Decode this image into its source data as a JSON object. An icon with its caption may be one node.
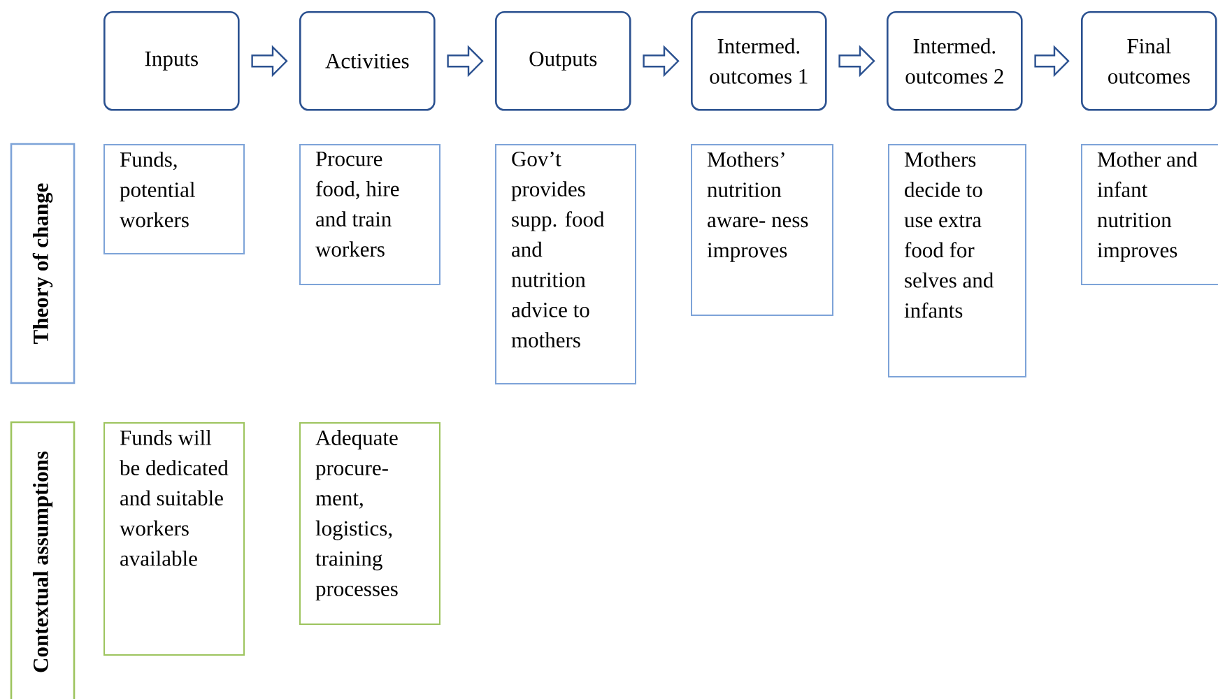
{
  "diagram": {
    "nodes": [
      {
        "text": [
          "Inputs"
        ]
      },
      {
        "text": [
          "Activities"
        ]
      },
      {
        "text": [
          "Outputs"
        ]
      },
      {
        "text": [
          "Intermed. outcomes 1"
        ]
      },
      {
        "text": [
          "Intermed. outcomes 2"
        ]
      },
      {
        "text": [
          "Final outcomes"
        ]
      },
      {
        "text": [
          "Theory of change"
        ]
      },
      {
        "text": [
          "Funds, potential workers"
        ]
      },
      {
        "text": [
          "Procure food, hire and train workers"
        ]
      },
      {
        "text": [
          "Gov’t provides supp. food and nutrition advice to mothers"
        ]
      },
      {
        "text": [
          "Mothers’ nutrition aware- ness improves"
        ]
      },
      {
        "text": [
          "Mothers decide to use extra food for selves and infants"
        ]
      },
      {
        "text": [
          "Mother and infant nutrition improves"
        ]
      },
      {
        "text": [
          "Contextual assumptions"
        ]
      },
      {
        "text": [
          "Funds will be dedicated and suitable workers available"
        ]
      },
      {
        "text": [
          "Adequate procure- ment, logistics, training processes"
        ]
      }
    ],
    "edges": [
      {
        "from": 0,
        "to": 1,
        "arrow": "to"
      },
      {
        "from": 1,
        "to": 2,
        "arrow": "to"
      },
      {
        "from": 2,
        "to": 3,
        "arrow": "to"
      },
      {
        "from": 3,
        "to": 4,
        "arrow": "to"
      },
      {
        "from": 4,
        "to": 5,
        "arrow": "to"
      }
    ]
  }
}
